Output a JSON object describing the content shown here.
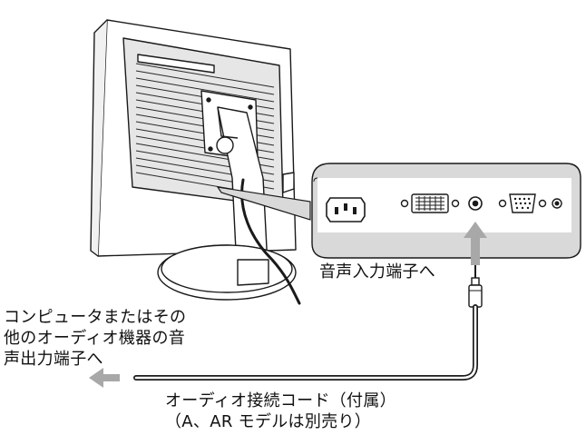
{
  "labels": {
    "audio_input_port": "音声入力端子へ",
    "audio_source": [
      "コンピュータまたはその",
      "他のオーディオ機器の音",
      "声出力端子へ"
    ],
    "cable": [
      "オーディオ接続コード（付属）",
      "（A、AR モデルは別売り）"
    ]
  },
  "icons": {
    "monitor": "monitor-rear-icon",
    "power_connector": "ac-power-connector-icon",
    "dvi_connector": "dvi-connector-icon",
    "audio_jack": "audio-jack-icon",
    "vga_connector": "vga-connector-icon",
    "plug": "stereo-mini-plug-icon"
  },
  "colors": {
    "line": "#1a1a1a",
    "fill_gray": "#d9d9d9",
    "arrow_gray": "#a8a8a8"
  }
}
